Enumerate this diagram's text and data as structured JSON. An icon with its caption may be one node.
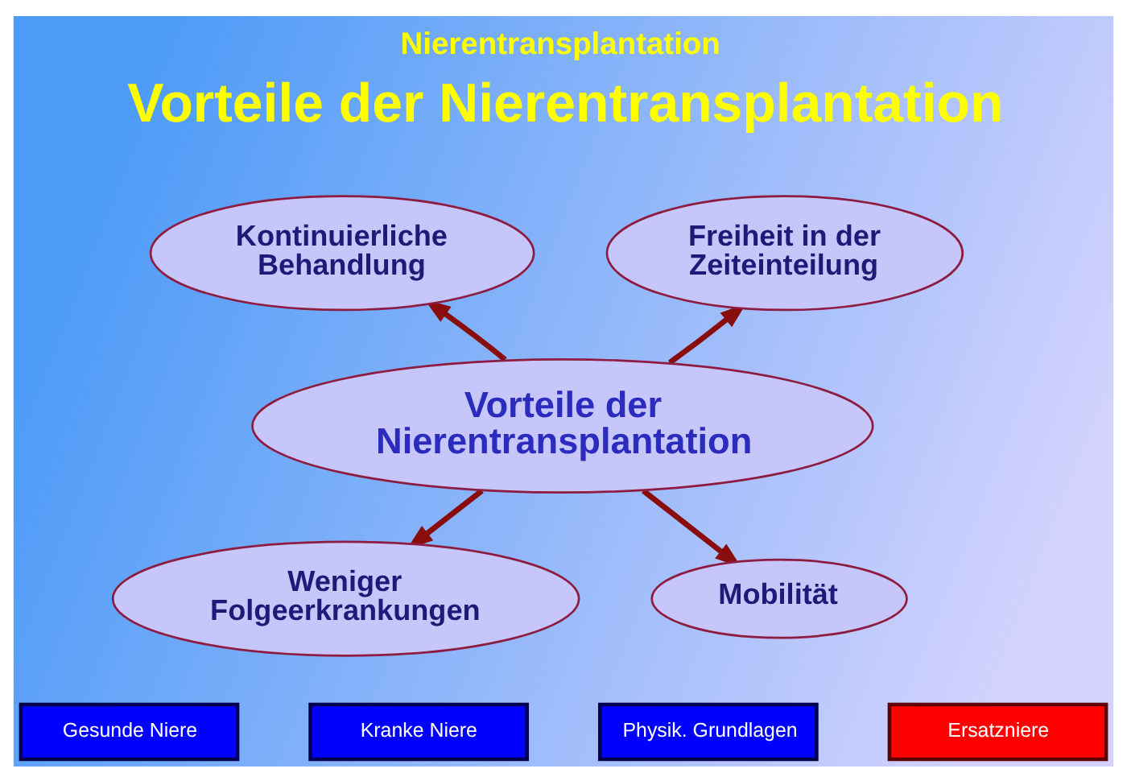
{
  "diagram": {
    "title": "Nierentransplantation",
    "nodes": [
      {
        "text": [
          "Vorteile der Nierentransplantation"
        ]
      },
      {
        "text": [
          "Kontinuierliche Behandlung"
        ]
      },
      {
        "text": [
          "Freiheit in der Zeiteinteilung"
        ]
      },
      {
        "text": [
          "Weniger Folgeerkrankungen"
        ]
      },
      {
        "text": [
          "Mobilität"
        ]
      },
      {
        "text": [
          "Gesunde Niere"
        ]
      },
      {
        "text": [
          "Kranke Niere"
        ]
      },
      {
        "text": [
          "Physik. Grundlagen"
        ]
      },
      {
        "text": [
          "Ersatzniere"
        ]
      }
    ],
    "edges": [
      {
        "from": 0,
        "to": 1,
        "arrow": "to"
      },
      {
        "from": 0,
        "to": 2,
        "arrow": "to"
      },
      {
        "from": 0,
        "to": 3,
        "arrow": "to"
      },
      {
        "from": 0,
        "to": 4,
        "arrow": "to"
      }
    ],
    "labels": [
      "Vorteile der Nierentransplantation"
    ]
  }
}
